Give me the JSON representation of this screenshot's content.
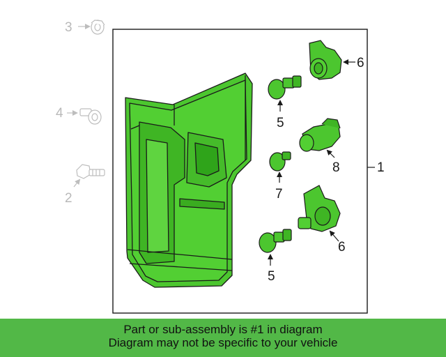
{
  "colors": {
    "highlight": "#52b847",
    "part_fill": "#4cc62f",
    "line": "#1a1a1a",
    "ghost": "#bdbdbd"
  },
  "callouts": {
    "assembly": "1",
    "bolt": "2",
    "nut": "3",
    "screw": "4",
    "bulb_top": "5",
    "bulb_bottom": "5",
    "socket_top": "6",
    "socket_bottom": "6",
    "bulb_small": "7",
    "socket_mid": "8"
  },
  "banner": {
    "line1": "Part or sub-assembly is #1 in diagram",
    "line2": "Diagram may not be specific to your vehicle"
  }
}
